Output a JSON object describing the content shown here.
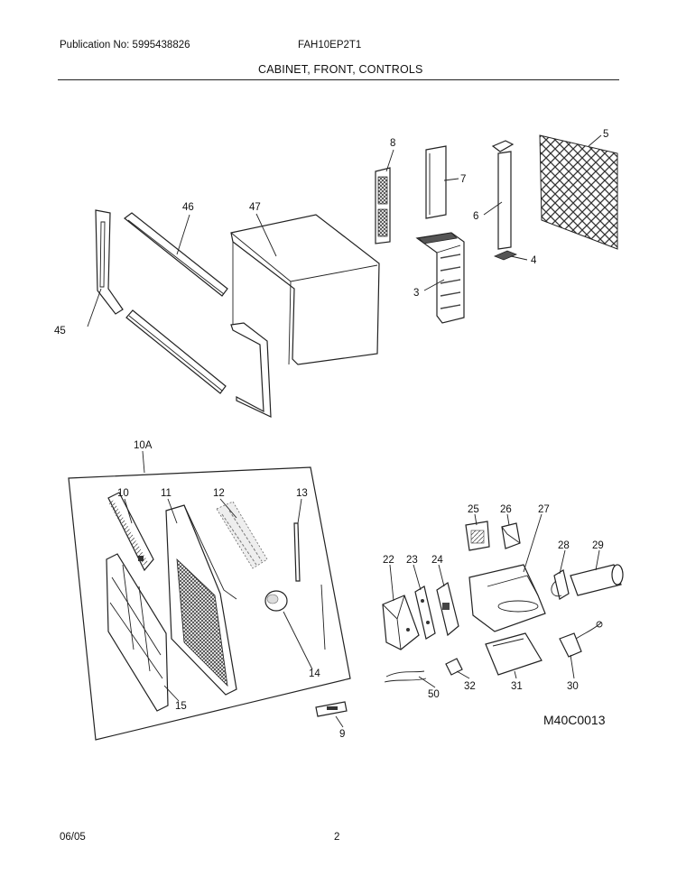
{
  "header": {
    "publication": "Publication No: 5995438826",
    "model": "FAH10EP2T1",
    "section_title": "CABINET, FRONT, CONTROLS"
  },
  "footer": {
    "date": "06/05",
    "page": "2"
  },
  "diagram_id": "M40C0013",
  "callouts": {
    "c3": "3",
    "c4": "4",
    "c5": "5",
    "c6": "6",
    "c7": "7",
    "c8": "8",
    "c9": "9",
    "c10": "10",
    "c10A": "10A",
    "c11": "11",
    "c12": "12",
    "c13": "13",
    "c14": "14",
    "c15": "15",
    "c22": "22",
    "c23": "23",
    "c24": "24",
    "c25": "25",
    "c26": "26",
    "c27": "27",
    "c28": "28",
    "c29": "29",
    "c30": "30",
    "c31": "31",
    "c32": "32",
    "c45": "45",
    "c46": "46",
    "c47": "47",
    "c50": "50"
  }
}
